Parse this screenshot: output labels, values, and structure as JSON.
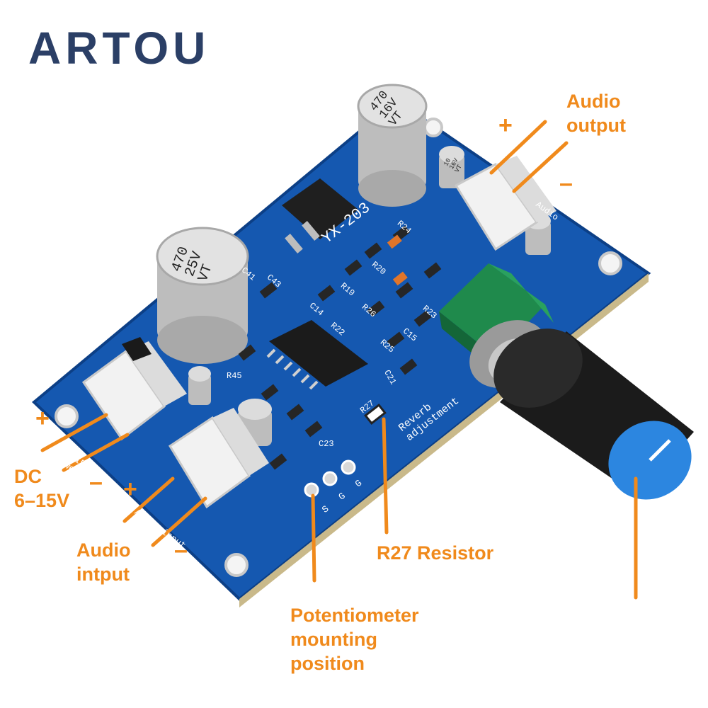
{
  "brand": {
    "name": "ARTOU",
    "color": "#2b3f66"
  },
  "colors": {
    "callout": "#f08a1c",
    "pcb": "#1558b0",
    "pcb_dark": "#0c3f86",
    "silkscreen": "#ffffff",
    "knob": "#1b1b1b",
    "knob_cap": "#2c86e0",
    "pot_body": "#1f8a4c",
    "terminal": "#f2f2f2",
    "capacitor": "#c9c9c9"
  },
  "callouts": {
    "audio_output": {
      "line1": "Audio",
      "line2": "output",
      "plus": "+",
      "minus": "–"
    },
    "dc": {
      "line1": "DC",
      "line2": "6–15V",
      "plus": "+",
      "minus": "–"
    },
    "audio_input": {
      "line1": "Audio",
      "line2": "intput",
      "plus": "+",
      "minus": "–"
    },
    "potentiometer": {
      "line1": "Potentiometer",
      "line2": "mounting",
      "line3": "position"
    },
    "resistor": {
      "text": "R27 Resistor"
    }
  },
  "board": {
    "model": "YX-203",
    "reverb_label_1": "Reverb",
    "reverb_label_2": "adjustment",
    "resistor_ref": "R27",
    "pins": [
      "S",
      "G",
      "G"
    ],
    "power_label": "Power",
    "supply_label": "supply",
    "voltage_label": "6V-15V",
    "audio_in_label": "Audio",
    "input_label": "input",
    "audio_out_label": "Audio",
    "cap_large_1": [
      "470",
      "16V",
      "VT"
    ],
    "cap_large_2": [
      "470",
      "25V",
      "VT"
    ],
    "cap_small": [
      "10",
      "16V",
      "VT"
    ],
    "refs": [
      "C41",
      "C43",
      "C14",
      "R22",
      "R45",
      "C23",
      "C21",
      "C15",
      "R25",
      "R26",
      "R19",
      "R24",
      "R20",
      "R23"
    ]
  }
}
